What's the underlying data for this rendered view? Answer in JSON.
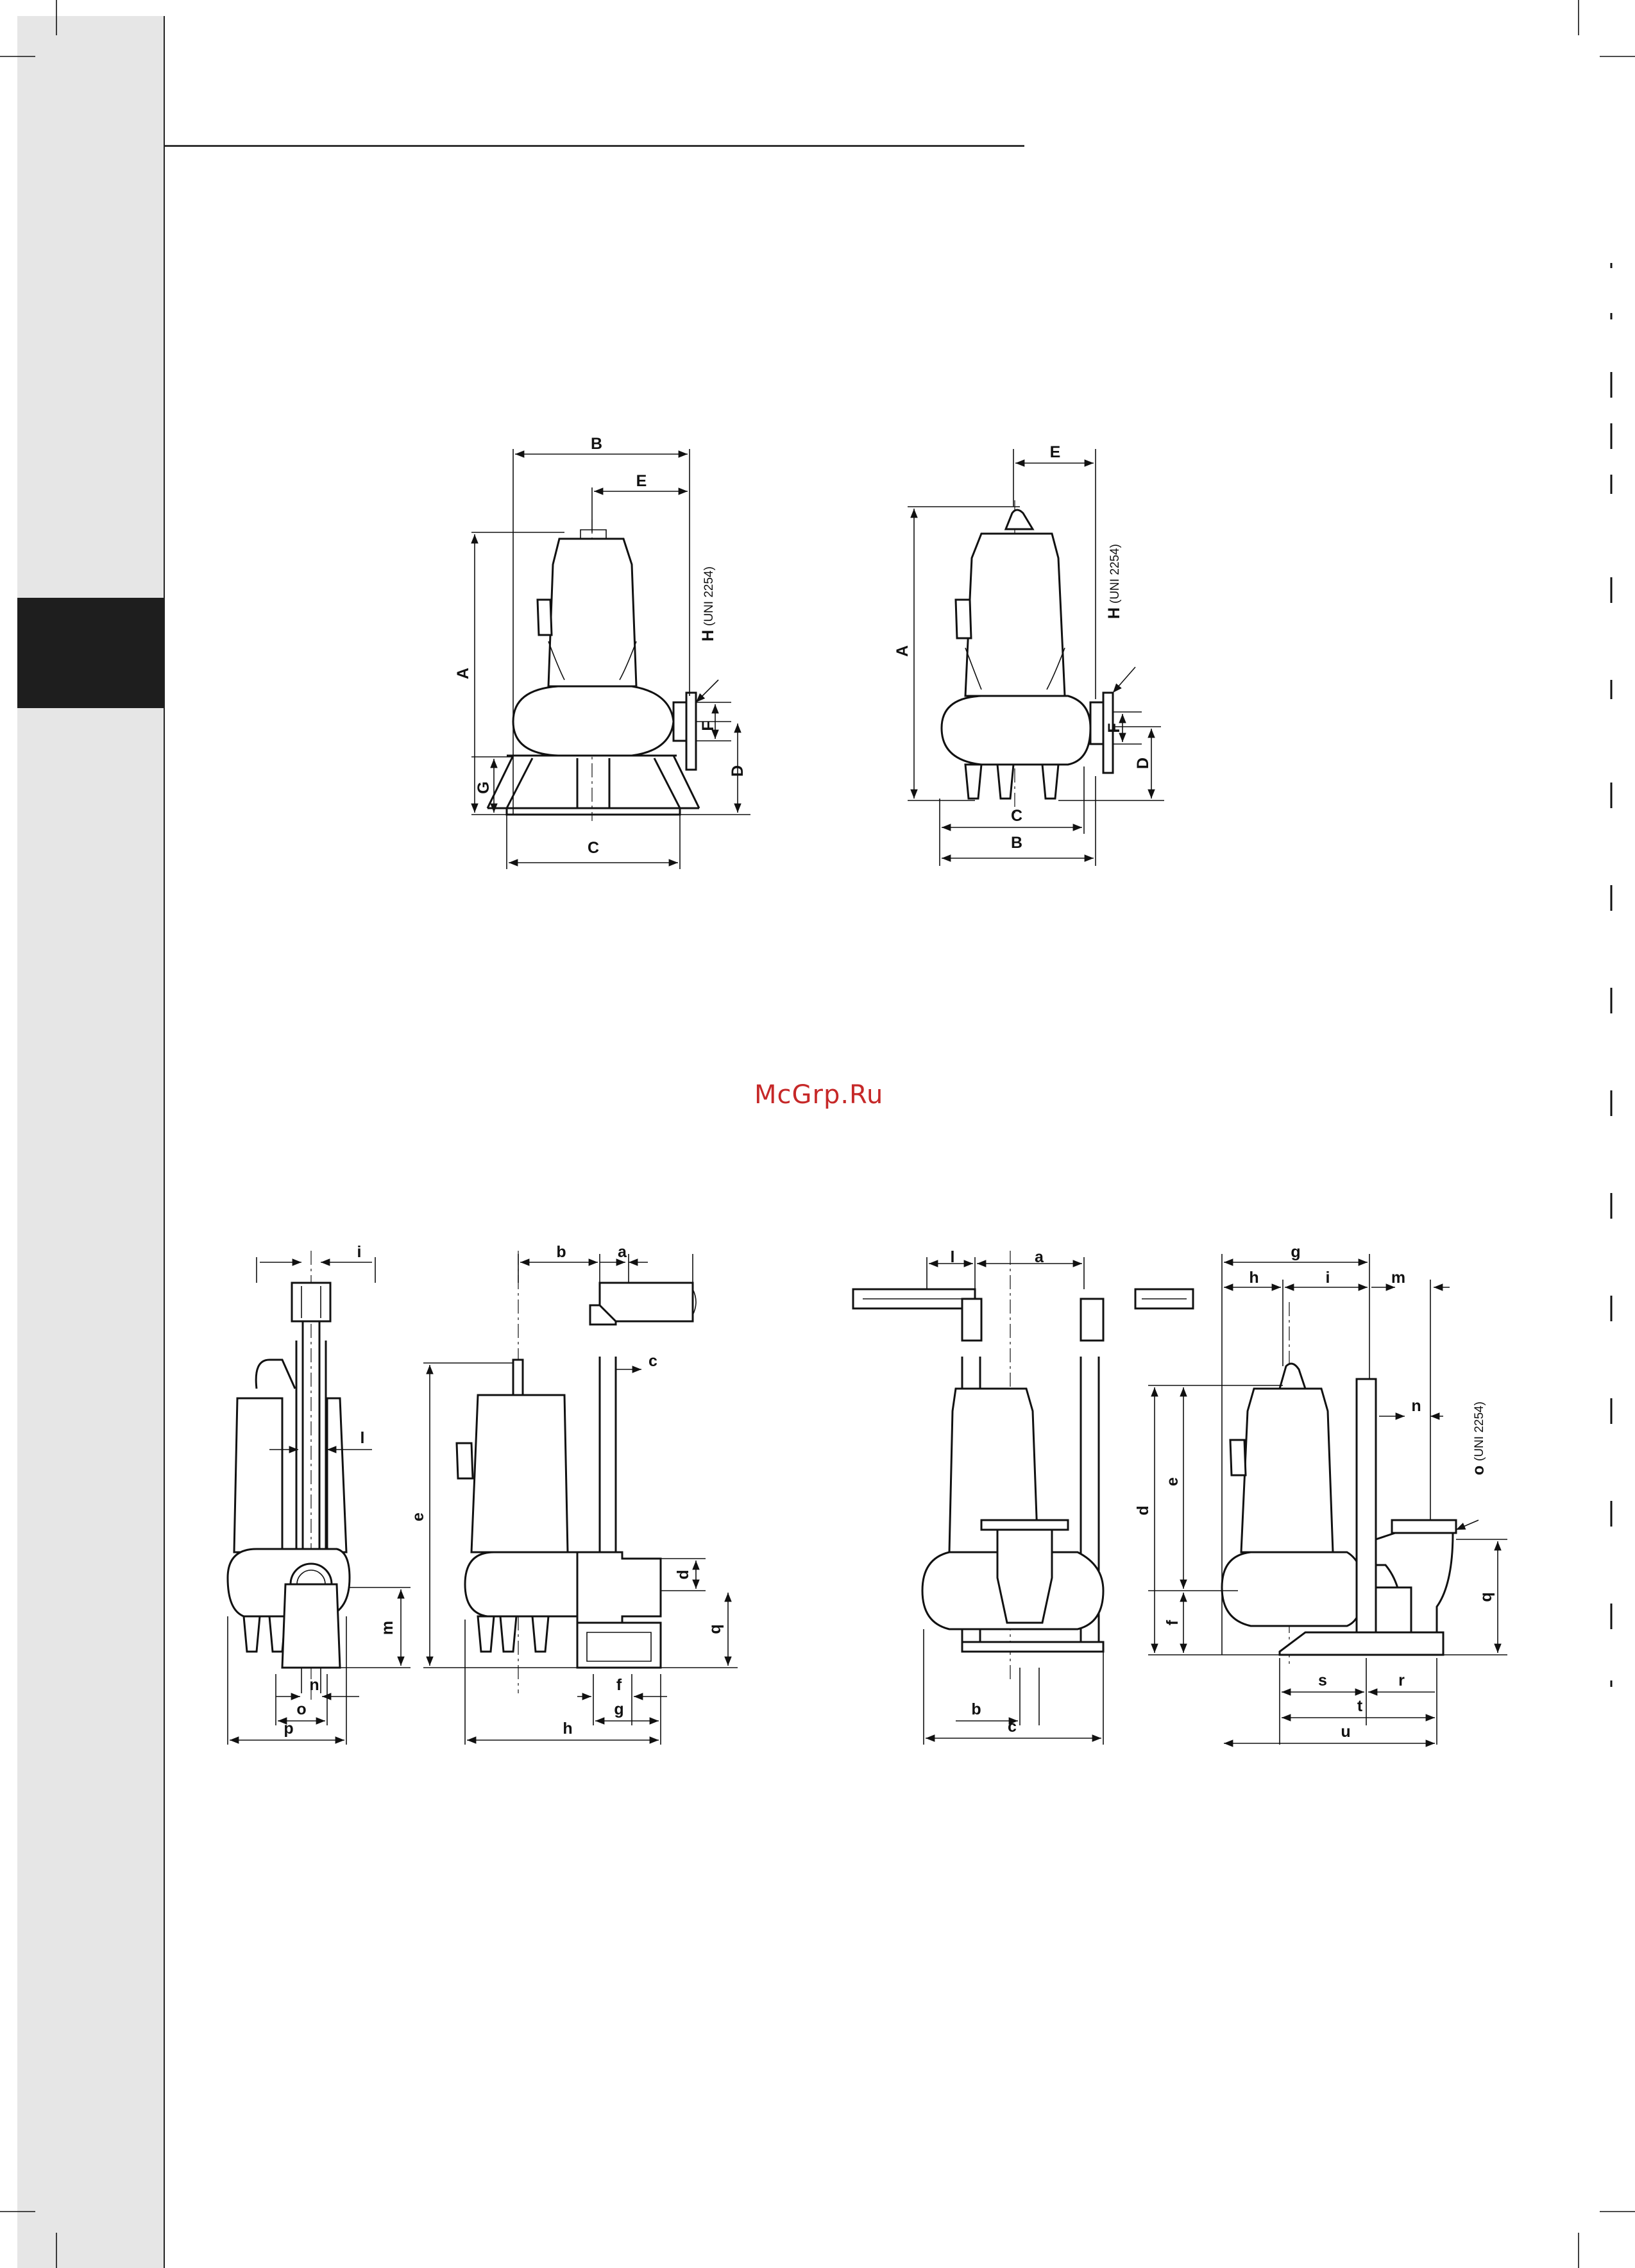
{
  "watermark": "McGrp.Ru",
  "figure_top_left": {
    "labels": {
      "A": "A",
      "B": "B",
      "C": "C",
      "D": "D",
      "E": "E",
      "F": "F",
      "G": "G",
      "H": "H",
      "H_suffix": "(UNI 2254)"
    }
  },
  "figure_top_right": {
    "labels": {
      "A": "A",
      "B": "B",
      "C": "C",
      "D": "D",
      "E": "E",
      "F": "F",
      "H": "H",
      "H_suffix": "(UNI 2254)"
    }
  },
  "figure_bottom_left": {
    "labels": {
      "a": "a",
      "b": "b",
      "c": "c",
      "d": "d",
      "e": "e",
      "f": "f",
      "g": "g",
      "h": "h",
      "i": "i",
      "l": "l",
      "m": "m",
      "n": "n",
      "o": "o",
      "p": "p",
      "q": "q"
    }
  },
  "figure_bottom_right": {
    "labels": {
      "a": "a",
      "b": "b",
      "c": "c",
      "d": "d",
      "e": "e",
      "f": "f",
      "g": "g",
      "h": "h",
      "i": "i",
      "l": "l",
      "m": "m",
      "n": "n",
      "o": "o",
      "o_suffix": "(UNI 2254)",
      "q": "q",
      "r": "r",
      "s": "s",
      "t": "t",
      "u": "u"
    }
  }
}
